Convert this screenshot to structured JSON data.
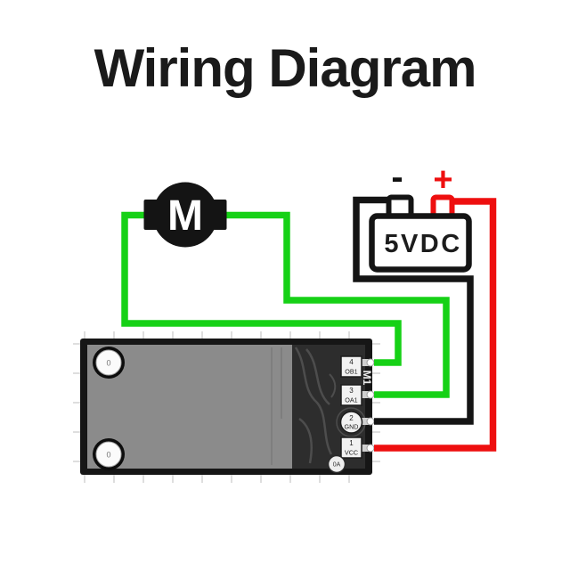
{
  "title": "Wiring Diagram",
  "motor": {
    "label": "M"
  },
  "power_supply": {
    "label": "5VDC",
    "negative": "-",
    "positive": "+"
  },
  "board": {
    "designator": "M1",
    "via_label": "0A",
    "hole_labels": [
      "0",
      "0"
    ],
    "pads": [
      {
        "number": "4",
        "name": "OB1",
        "wire": "green"
      },
      {
        "number": "3",
        "name": "OA1",
        "wire": "green"
      },
      {
        "number": "2",
        "name": "GND",
        "wire": "black"
      },
      {
        "number": "1",
        "name": "VCC",
        "wire": "red"
      }
    ]
  },
  "colors": {
    "wire_green": "#16d116",
    "wire_red": "#ee0f0f",
    "wire_black": "#141414",
    "board_border": "#161616",
    "board_body": "#8b8b8b",
    "board_dark": "#2d2d2d",
    "title_text": "#1a1a1a"
  }
}
